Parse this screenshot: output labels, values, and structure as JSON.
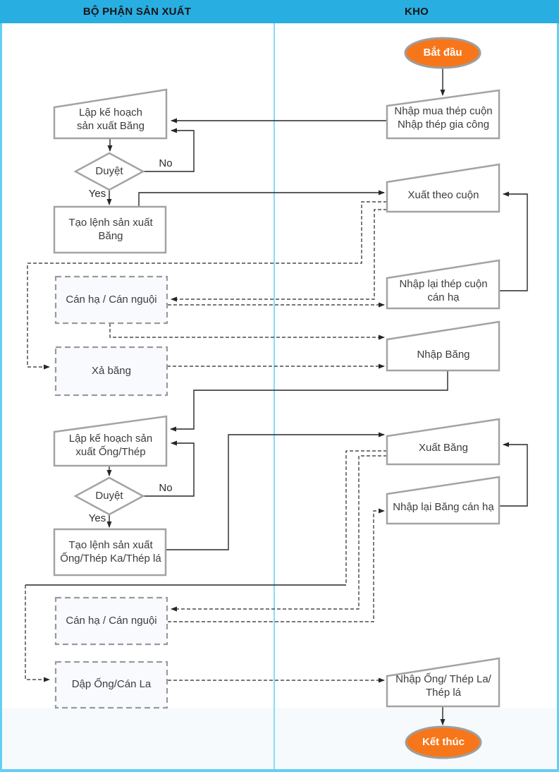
{
  "header": {
    "left_lane": "BỘ PHẬN SẢN XUẤT",
    "right_lane": "KHO"
  },
  "colors": {
    "header_bg": "#29AEE2",
    "frame_border": "#63CFF2",
    "lane_divider": "#86DCF6",
    "terminator_orange": "#F7761A",
    "shape_border_gray": "#A3A3A3",
    "connector_black": "#262626",
    "dashed_box_fill": "#F8FAFD",
    "footer_band": "#F7FAFD"
  },
  "nodes": {
    "start": {
      "label": "Bắt đầu",
      "shape": "terminator"
    },
    "nhap_mua": {
      "label": "Nhập mua thép cuộn\nNhập thép gia công",
      "shape": "trapezoid"
    },
    "lap_kh_bang": {
      "label": "Lập kế hoạch\nsản xuất Băng",
      "shape": "trapezoid"
    },
    "duyet1": {
      "label": "Duyệt",
      "shape": "decision"
    },
    "tao_lenh_bang": {
      "label": "Tạo lệnh sản xuất\nBăng",
      "shape": "rectangle"
    },
    "xuat_theo_cuon": {
      "label": "Xuất theo cuộn",
      "shape": "trapezoid"
    },
    "can_ha_1": {
      "label": "Cán hạ / Cán nguội",
      "shape": "dashed-rectangle"
    },
    "nhap_lai_thep_cuon": {
      "label": "Nhập lại thép cuộn\ncán hạ",
      "shape": "trapezoid"
    },
    "xa_bang": {
      "label": "Xả băng",
      "shape": "dashed-rectangle"
    },
    "nhap_bang": {
      "label": "Nhập Băng",
      "shape": "trapezoid"
    },
    "lap_kh_ong": {
      "label": "Lập kế hoạch sản\nxuất Ống/Thép",
      "shape": "trapezoid"
    },
    "duyet2": {
      "label": "Duyệt",
      "shape": "decision"
    },
    "tao_lenh_ong": {
      "label": "Tạo lệnh sản xuất\nỐng/Thép Ka/Thép lá",
      "shape": "rectangle"
    },
    "xuat_bang": {
      "label": "Xuất Băng",
      "shape": "trapezoid"
    },
    "nhap_lai_bang": {
      "label": "Nhập lại Băng cán hạ",
      "shape": "trapezoid"
    },
    "can_ha_2": {
      "label": "Cán hạ / Cán nguội",
      "shape": "dashed-rectangle"
    },
    "dap_ong": {
      "label": "Dập Ống/Cán La",
      "shape": "dashed-rectangle"
    },
    "nhap_ong": {
      "label": "Nhập Ống/ Thép La/\nThép lá",
      "shape": "trapezoid"
    },
    "end": {
      "label": "Kết thúc",
      "shape": "terminator"
    }
  },
  "edge_labels": {
    "no1": "No",
    "yes1": "Yes",
    "no2": "No",
    "yes2": "Yes"
  }
}
